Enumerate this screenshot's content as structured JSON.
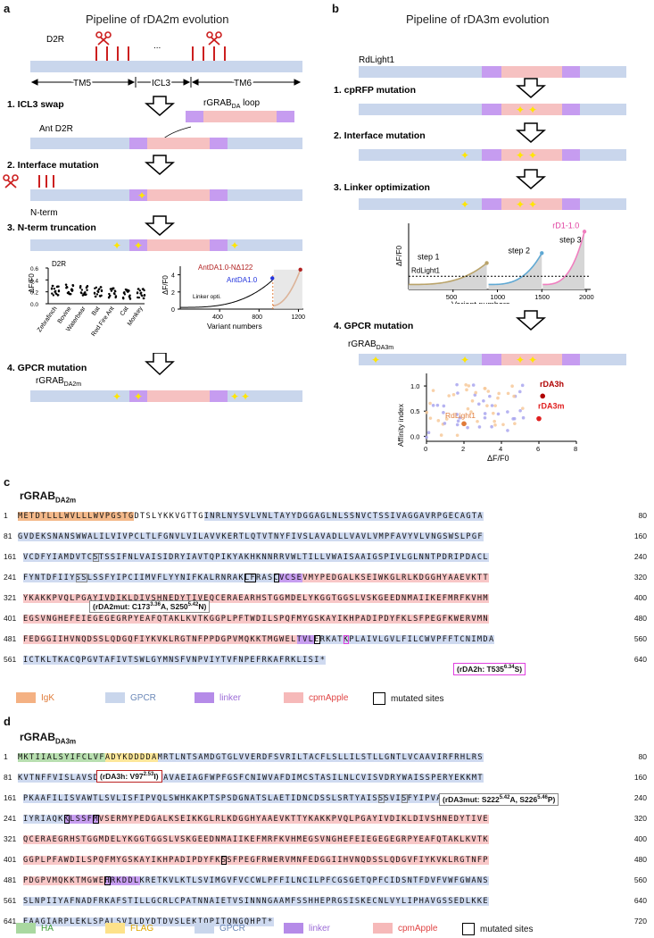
{
  "panels": {
    "a": {
      "letter": "a",
      "title": "Pipeline of rDA2m evolution",
      "d2r_label": "D2R",
      "tm5": "TM5",
      "icl3": "ICL3",
      "tm6": "TM6",
      "dots": "...",
      "step1": "1. ICL3 swap",
      "rgrab_loop_main": "rGRAB",
      "rgrab_loop_sub": "DA",
      "rgrab_loop_tail": " loop",
      "ant_d2r": "Ant D2R",
      "step2": "2. Interface mutation",
      "nterm": "N-term",
      "step3": "3. N-term truncation",
      "step4": "4. GPCR mutation",
      "final_main": "rGRAB",
      "final_sub": "DA2m"
    },
    "b": {
      "letter": "b",
      "title": "Pipeline of rDA3m evolution",
      "rdlight": "RdLight1",
      "step1": "1. cpRFP mutation",
      "step2": "2. Interface mutation",
      "step3": "3. Linker optimization",
      "step4": "4. GPCR mutation",
      "final_main": "rGRAB",
      "final_sub": "DA3m"
    },
    "c": {
      "letter": "c",
      "title_main": "rGRAB",
      "title_sub": "DA2m"
    },
    "d": {
      "letter": "d",
      "title_main": "rGRAB",
      "title_sub": "DA3m"
    }
  },
  "chart_data": [
    {
      "type": "scatter",
      "ylabel": "ΔF/F0",
      "title": "D2R",
      "categories": [
        "Zebrafinch",
        "Bovine",
        "Waterbear",
        "Bat",
        "Red Fire Ant",
        "Cat",
        "Monkey"
      ],
      "ylim": [
        0,
        0.6
      ],
      "yticks": [
        "0.0",
        "0.2",
        "0.4",
        "0.6"
      ]
    },
    {
      "type": "line",
      "xlabel": "Variant numbers",
      "ylabel": "ΔF/F0",
      "annotations": [
        "AntDA1.0-NΔ122",
        "AntDA1.0",
        "Linker opti."
      ],
      "xticks": [
        "400",
        "800",
        "1200"
      ],
      "yticks": [
        "0",
        "2",
        "4"
      ],
      "xlim": [
        0,
        1250
      ],
      "ylim": [
        0,
        5
      ]
    },
    {
      "type": "area",
      "xlabel": "Variant numbers",
      "ylabel": "ΔF/F0",
      "annotations": [
        "step 1",
        "step 2",
        "step 3",
        "rD1-1.0",
        "RdLight1"
      ],
      "xticks": [
        "500",
        "1000",
        "1500",
        "2000"
      ],
      "xlim": [
        0,
        2050
      ],
      "ylim": [
        0,
        8
      ],
      "series": [
        {
          "name": "step 1",
          "color": "#b9a36a",
          "end": [
            880,
            3.2
          ]
        },
        {
          "name": "step 2",
          "color": "#5fa8d3",
          "end": [
            1500,
            4.4
          ]
        },
        {
          "name": "step 3",
          "color": "#f07fbf",
          "end": [
            1980,
            7.0
          ]
        }
      ]
    },
    {
      "type": "scatter",
      "xlabel": "ΔF/F0",
      "ylabel": "Affinity index",
      "xticks": [
        "0",
        "2",
        "4",
        "6",
        "8"
      ],
      "yticks": [
        "0.0",
        "0.5",
        "1.0"
      ],
      "xlim": [
        0,
        8
      ],
      "ylim": [
        -0.1,
        1.25
      ],
      "labels": [
        "rDA3h",
        "rDA3m",
        "RdLight1"
      ],
      "highlights": [
        {
          "name": "rDA3h",
          "x": 6.2,
          "y": 0.8
        },
        {
          "name": "rDA3m",
          "x": 6.0,
          "y": 0.35
        },
        {
          "name": "RdLight1",
          "x": 2.0,
          "y": 0.25
        }
      ]
    }
  ],
  "seq_c": [
    {
      "start": "1",
      "end": "80",
      "text": "METDTLLLWVLLLWVPGSTGDTSLYKKVGTTGINRLNYSVLVNLTAYYDGGAGLNLSSNVCTSSIVAGGAVRPGECAGTA"
    },
    {
      "start": "81",
      "end": "160",
      "text": "GVDEKSNANSWWALILVIVPCLTLFGNVLVILAVVKERTLQTVTNYFIVSLAVADLLVAVLVMPFAVYVLVNGSWSLPGF"
    },
    {
      "start": "161",
      "end": "240",
      "text": "VCDFYIAMDVTCSTSSIFNLVAISIDRYIAVTQPIKYAKHKNNRRVWLTILLVWAISAAIGSPIVLGLNNTPDRIPDACL"
    },
    {
      "start": "241",
      "end": "320",
      "text": "FYNTDFIIYSSLSSFYIPCIIMVFLYYNIFKALRNRAKLFRASCVCSEVMYPEDGALKSEIWKGLRLKDGGHYAAEVKTT"
    },
    {
      "start": "321",
      "end": "400",
      "text": "YKAKKPVQLPGAYIVDIKLDIVSHNEDYTIVEQCERAEARHSTGGMDELYKGGTGGSLVSKGEEDNMAIIKEFMRFKVHM"
    },
    {
      "start": "401",
      "end": "480",
      "text": "EGSVNGHEFEIEGEGEGRPYEAFQTAKLKVTKGGPLPFTWDILSPQFMYGSKAYIKHPADIPDYFKLSFPEGFKWERVMN"
    },
    {
      "start": "481",
      "end": "560",
      "text": "FEDGGIIHVNQDSSLQDGQFIYKVKLRGTNFPPDGPVMQKKTMGWELTVLERKATKPLAIVLGVLFILCWVPFFTCNIMDA"
    },
    {
      "start": "561",
      "end": "640",
      "text": "ICTKLTKACQPGVTAFIVTSWLGYMNSFVNPVIYTVFNPEFRKAFRKLISI*"
    }
  ],
  "seq_d": [
    {
      "start": "1",
      "end": "80",
      "text": "MKTIIALSYIFCLVFADYKDDDDAMRTLNTSAMDGTGLVVERDFSVRILTACFLSLLILSTLLGNTLVCAAVIRFRHLRS"
    },
    {
      "start": "81",
      "end": "160",
      "text": "KVTNFFVISLAVSDLLVAVLVMPWKAVAEIAGFWPFGSFCNIWVAFDIMCSTASILNLCVISVDRYWAISSPERYEKKMT"
    },
    {
      "start": "161",
      "end": "240",
      "text": "PKAAFILISVAWTLSVLISFIPVQLSWHKAKPTSPSDGNATSLAETIDNCDSSLSRTYAISSSVISFYIPVAIMIVCYTR"
    },
    {
      "start": "241",
      "end": "320",
      "text": "IYRIAQKKLSSFMVSERMYPEDGALKSEIKKGLRLKDGGHYAAEVKTTYKAKKPVQLPGAYIVDIKLDIVSHNEDYTIVE"
    },
    {
      "start": "321",
      "end": "400",
      "text": "QCERAEGRHSTGGMDELYKGGTGGSLVSKGEEDNMAIIKEFMRFKVHMEGSVNGHEFEIEGEGEGRPYEAFQTAKLKVTK"
    },
    {
      "start": "401",
      "end": "480",
      "text": "GGPLPFAWDILSPQFMYGSKAYIKHPADIPDYFKSSFPEGFRWERVMNFEDGGIIHVNQDSSLQDGVFIYKVKLRGTNFP"
    },
    {
      "start": "481",
      "end": "560",
      "text": "PDGPVMQKKTMGWEHRKDDLKRETKVLKTLSVIMGVFVCCWLPFFILNCILPFCGSGETQPFCIDSNTFDVFVWFGWANS"
    },
    {
      "start": "561",
      "end": "640",
      "text": "SLNPIIYAFNADFRKAFSTILLGCRLCPATNNAIETVSINNNGAAMFSSHHEPRGSISKECNLVYLIPHAVGSSEDLKKE"
    },
    {
      "start": "641",
      "end": "720",
      "text": "EAAGIARPLEKLSPALSVILDYDTDVSLEKIQPITQNGQHPT*"
    }
  ],
  "notes": {
    "c_mut": "(rDA2mut: C173",
    "c_mut_sup1": "3.36",
    "c_mut_mid": "A, S250",
    "c_mut_sup2": "5.42",
    "c_mut_end": "N)",
    "c_h": "(rDA2h: T535",
    "c_h_sup": "6.34",
    "c_h_end": "S)",
    "d_h": "(rDA3h: V97",
    "d_h_sup": "2.53",
    "d_h_end": "I)",
    "d_mut": "(rDA3mut: S222",
    "d_mut_sup1": "5.42",
    "d_mut_mid": "A, S226",
    "d_mut_sup2": "5.46",
    "d_mut_end": "P)"
  },
  "legend_c": [
    {
      "label": "IgK",
      "color": "#f4b183",
      "text_color": "#e07b39"
    },
    {
      "label": "GPCR",
      "color": "#c9d6ec",
      "text_color": "#6b88b8"
    },
    {
      "label": "linker",
      "color": "#b58be8",
      "text_color": "#9b6bd6"
    },
    {
      "label": "cpmApple",
      "color": "#f6b9b9",
      "text_color": "#e04545"
    },
    {
      "label": "mutated sites",
      "color": "#ffffff",
      "text_color": "#111111"
    }
  ],
  "legend_d": [
    {
      "label": "HA",
      "color": "#a9d8a0",
      "text_color": "#3f9c3a"
    },
    {
      "label": "FLAG",
      "color": "#fde28a",
      "text_color": "#e0a800"
    },
    {
      "label": "GPCR",
      "color": "#c9d6ec",
      "text_color": "#6b88b8"
    },
    {
      "label": "linker",
      "color": "#b58be8",
      "text_color": "#9b6bd6"
    },
    {
      "label": "cpmApple",
      "color": "#f6b9b9",
      "text_color": "#e04545"
    },
    {
      "label": "mutated sites",
      "color": "#ffffff",
      "text_color": "#111111"
    }
  ],
  "colors": {
    "gpcr": "#c9d6ec",
    "linker": "#c69cf0",
    "cpfp": "#f6c1c1",
    "star": "#ffe600",
    "scissor": "#cc1f1f"
  }
}
